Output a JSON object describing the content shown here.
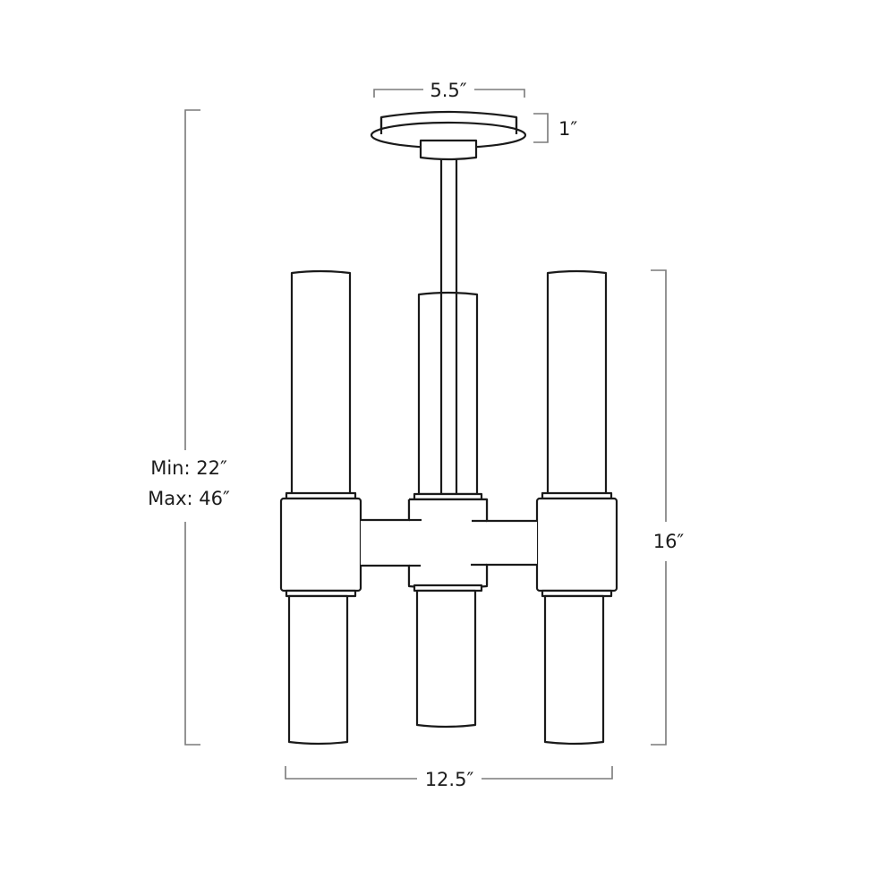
{
  "diagram": {
    "subject": "Three-arm tubular glass pendant chandelier with round ceiling canopy and downrod",
    "line_color": "#1a1a1a",
    "dimension_line_color": "#7a7a7a",
    "background": "#ffffff"
  },
  "dimensions": {
    "canopy_width": "5.5″",
    "canopy_height": "1″",
    "overall_height_min": "Min: 22″",
    "overall_height_max": "Max: 46″",
    "fixture_height": "16″",
    "fixture_width": "12.5″"
  }
}
